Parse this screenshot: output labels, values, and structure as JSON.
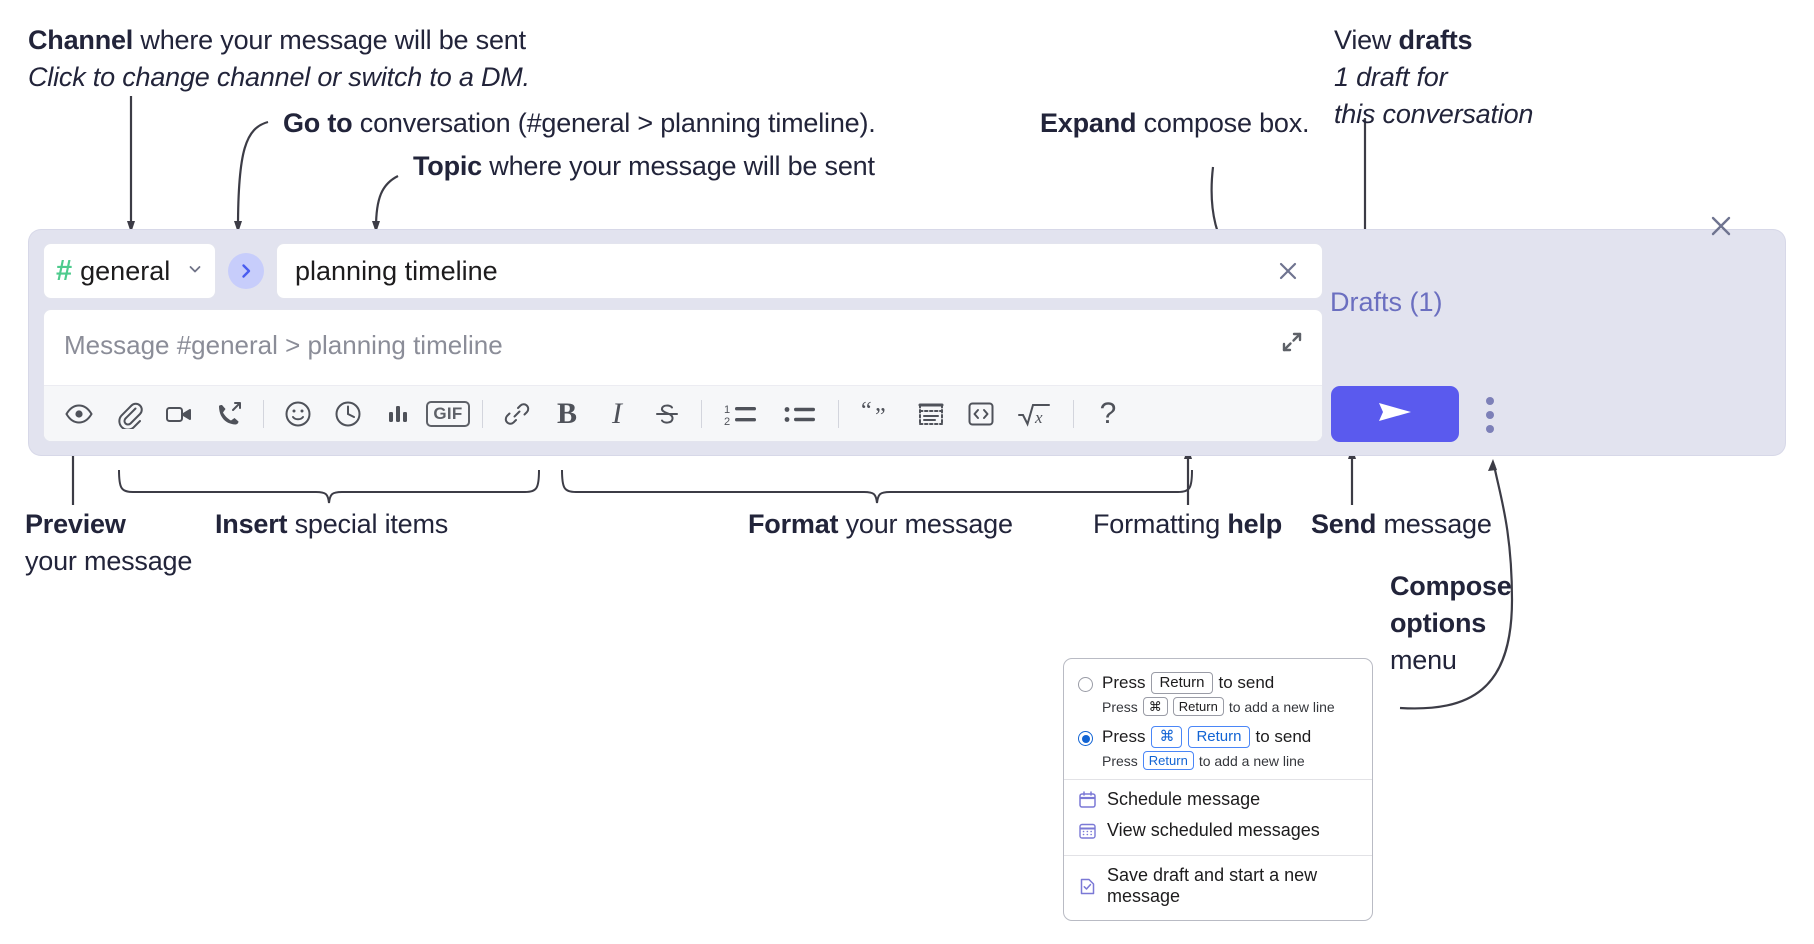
{
  "annotations": {
    "channel": {
      "bold": "Channel",
      "rest": " where your message will be sent",
      "italic": "Click to change channel or switch to a DM."
    },
    "goto": {
      "bold": "Go to",
      "rest": " conversation (#general > planning timeline)."
    },
    "topic": {
      "bold": "Topic",
      "rest": " where your message will be sent"
    },
    "expand": {
      "bold": "Expand",
      "rest": " compose box."
    },
    "drafts": {
      "plain": "View ",
      "bold": "drafts",
      "italic_line1": "1 draft for",
      "italic_line2": "this conversation"
    },
    "preview": {
      "bold": "Preview",
      "line2": "your message"
    },
    "insert": {
      "bold": "Insert",
      "rest": " special items"
    },
    "format": {
      "bold": "Format",
      "rest": " your message"
    },
    "formatting_help": {
      "plain": "Formatting ",
      "bold": "help"
    },
    "send": {
      "bold": "Send",
      "rest": " message"
    },
    "compose_options": {
      "bold_line1": "Compose",
      "bold_line2": "options",
      "line3": "menu"
    }
  },
  "compose": {
    "channel_chip": {
      "hash": "#",
      "name": "general",
      "caret": "chevron-down-icon"
    },
    "goto_button_icon": "chevron-right-icon",
    "topic": {
      "value": "planning timeline",
      "clear_icon": "close-icon"
    },
    "message": {
      "placeholder": "Message #general > planning timeline",
      "value": ""
    },
    "expand_icon": "expand-icon",
    "drafts_label": "Drafts (1)",
    "send_icon": "send-paper-plane-icon",
    "more_icon": "kebab-menu-icon",
    "close_icon": "close-icon",
    "toolbar": [
      {
        "name": "preview-icon",
        "label": "Preview"
      },
      {
        "name": "attachment-icon",
        "label": "Attach file"
      },
      {
        "name": "video-camera-icon",
        "label": "Record video clip"
      },
      {
        "name": "phone-call-icon",
        "label": "Record audio clip"
      },
      {
        "name": "separator",
        "label": ""
      },
      {
        "name": "emoji-smiley-icon",
        "label": "Emoji"
      },
      {
        "name": "clock-icon",
        "label": "Recent"
      },
      {
        "name": "bar-chart-icon",
        "label": "Poll"
      },
      {
        "name": "gif-icon",
        "label": "GIF"
      },
      {
        "name": "separator",
        "label": ""
      },
      {
        "name": "link-icon",
        "label": "Link"
      },
      {
        "name": "bold-icon",
        "label": "B"
      },
      {
        "name": "italic-icon",
        "label": "I"
      },
      {
        "name": "strikethrough-icon",
        "label": "Strikethrough"
      },
      {
        "name": "separator",
        "label": ""
      },
      {
        "name": "ordered-list-icon",
        "label": "Ordered list"
      },
      {
        "name": "bulleted-list-icon",
        "label": "Bulleted list"
      },
      {
        "name": "separator",
        "label": ""
      },
      {
        "name": "blockquote-icon",
        "label": "Blockquote"
      },
      {
        "name": "code-block-icon",
        "label": "Code block"
      },
      {
        "name": "inline-code-icon",
        "label": "Code"
      },
      {
        "name": "equation-icon",
        "label": "Equation"
      },
      {
        "name": "separator",
        "label": ""
      },
      {
        "name": "help-question-icon",
        "label": "?"
      }
    ]
  },
  "options_menu": {
    "option_1": {
      "selected": false,
      "main_prefix": "Press",
      "main_key": "Return",
      "main_suffix": "to send",
      "sub_prefix": "Press",
      "sub_key_1": "⌘",
      "sub_key_2": "Return",
      "sub_suffix": "to add a new line"
    },
    "option_2": {
      "selected": true,
      "main_prefix": "Press",
      "main_key_1": "⌘",
      "main_key_2": "Return",
      "main_suffix": "to send",
      "sub_prefix": "Press",
      "sub_key": "Return",
      "sub_suffix": "to add a new line"
    },
    "items": [
      {
        "icon": "calendar-schedule-icon",
        "label": "Schedule message"
      },
      {
        "icon": "calendar-grid-icon",
        "label": "View scheduled messages"
      },
      {
        "icon": "save-draft-icon",
        "label": "Save draft and start a new message"
      }
    ]
  },
  "colors": {
    "panel_bg": "#e2e3ef",
    "send_button": "#5a5aee",
    "accent_link": "#6b6fc0",
    "hash_green": "#4ecb8d",
    "goto_chip": "#c7cdfb",
    "radio_blue": "#1264d4",
    "menu_icon": "#7b79d6"
  }
}
